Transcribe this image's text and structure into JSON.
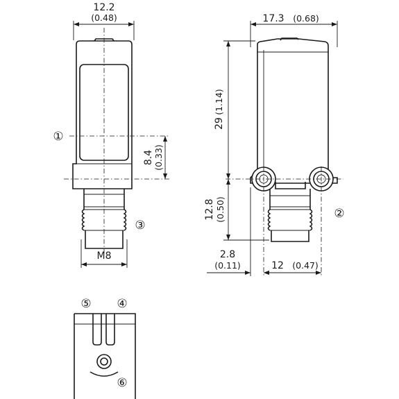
{
  "dimensions": {
    "width_top": {
      "value": "12.2",
      "inch": "(0.48)"
    },
    "width_side": {
      "value": "17.3",
      "inch": "(0.68)"
    },
    "height_body": {
      "value": "29",
      "inch": "(1.14)"
    },
    "axis_offset": {
      "value": "8.4",
      "inch": "(0.33)"
    },
    "connector_length": {
      "value": "12.8",
      "inch": "(0.50)"
    },
    "offset_small": {
      "value": "2.8",
      "inch": "(0.11)"
    },
    "hole_pitch": {
      "value": "12",
      "inch": "(0.47)"
    },
    "thread": {
      "value": "M8"
    }
  },
  "callouts": {
    "c1": "①",
    "c2": "②",
    "c3": "③",
    "c4": "④",
    "c5": "⑤",
    "c6": "⑥"
  },
  "colors": {
    "line": "#1a1a1a",
    "background": "#ffffff"
  }
}
